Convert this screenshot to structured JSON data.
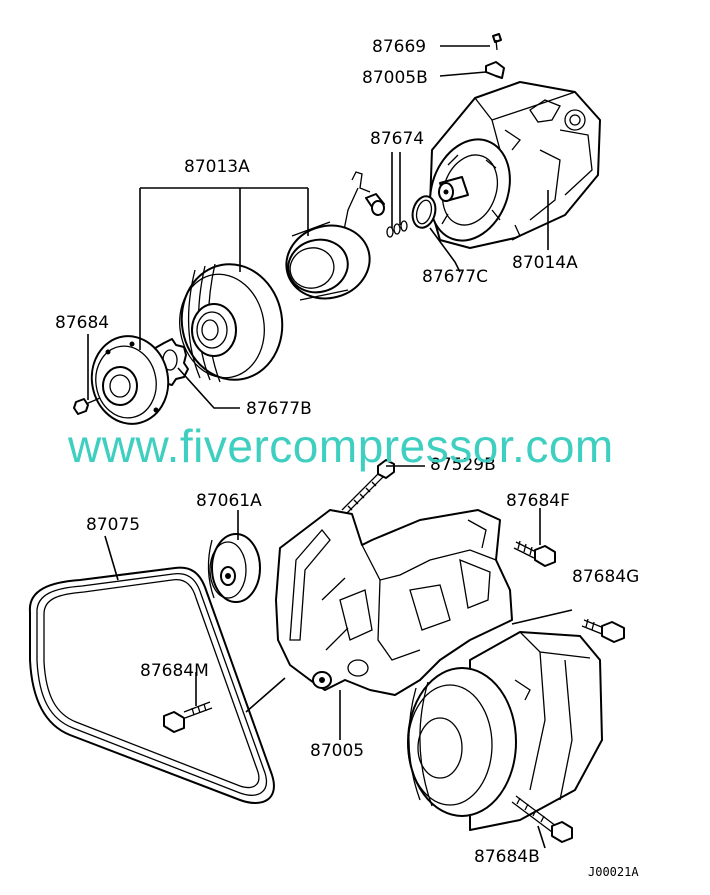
{
  "labels": {
    "p87669": "87669",
    "p87005b": "87005B",
    "p87674": "87674",
    "p87013a": "87013A",
    "p87014a": "87014A",
    "p87677c": "87677C",
    "p87684": "87684",
    "p87677b": "87677B",
    "p87529b": "87529B",
    "p87061a": "87061A",
    "p87684f": "87684F",
    "p87075": "87075",
    "p87684g": "87684G",
    "p87684m": "87684M",
    "p87005": "87005",
    "p87684b": "87684B"
  },
  "watermark": "www.fivercompressor.com",
  "diagram_code": "J00021A",
  "colors": {
    "watermark": "#3fcfc0",
    "line": "#000000"
  }
}
